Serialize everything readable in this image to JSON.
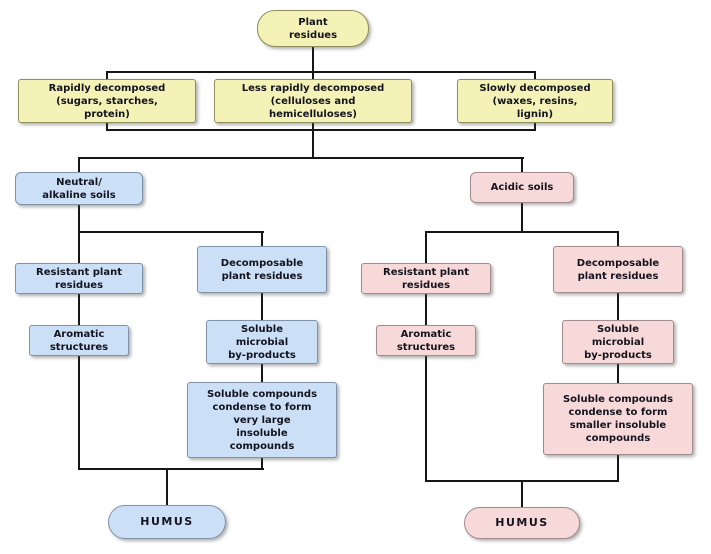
{
  "title": "Plant residues decomposition flowchart",
  "colors": {
    "yellow-fill": "#f5f2b8",
    "yellow-border": "#8f8f5e",
    "blue-fill": "#cbdff7",
    "blue-border": "#8193a8",
    "pink-fill": "#f8d9da",
    "pink-border": "#a18b8d",
    "line": "#161616",
    "text": "#14141e",
    "background": "#ffffff"
  },
  "nodes": {
    "plant_residues": {
      "label": "Plant\nresidues"
    },
    "rapidly_decomposed": {
      "label": "Rapidly decomposed\n(sugars, starches,\nprotein)"
    },
    "less_rapidly_decomposed": {
      "label": "Less rapidly decomposed\n(celluloses and\nhemicelluloses)"
    },
    "slowly_decomposed": {
      "label": "Slowly decomposed\n(waxes, resins,\nlignin)"
    },
    "neutral_alkaline_soils": {
      "label": "Neutral/\nalkaline soils"
    },
    "acidic_soils": {
      "label": "Acidic soils"
    },
    "neutral_resistant": {
      "label": "Resistant plant\nresidues"
    },
    "neutral_decomposable": {
      "label": "Decomposable\nplant residues"
    },
    "acidic_resistant": {
      "label": "Resistant plant\nresidues"
    },
    "acidic_decomposable": {
      "label": "Decomposable\nplant residues"
    },
    "neutral_aromatic": {
      "label": "Aromatic\nstructures"
    },
    "neutral_soluble_microbial": {
      "label": "Soluble\nmicrobial\nby-products"
    },
    "acidic_aromatic": {
      "label": "Aromatic\nstructures"
    },
    "acidic_soluble_microbial": {
      "label": "Soluble\nmicrobial\nby-products"
    },
    "neutral_condense": {
      "label": "Soluble compounds\ncondense to form\nvery large\ninsoluble\ncompounds"
    },
    "acidic_condense": {
      "label": "Soluble compounds\ncondense to form\nsmaller insoluble\ncompounds"
    },
    "neutral_humus": {
      "label": "HUMUS"
    },
    "acidic_humus": {
      "label": "HUMUS"
    }
  }
}
